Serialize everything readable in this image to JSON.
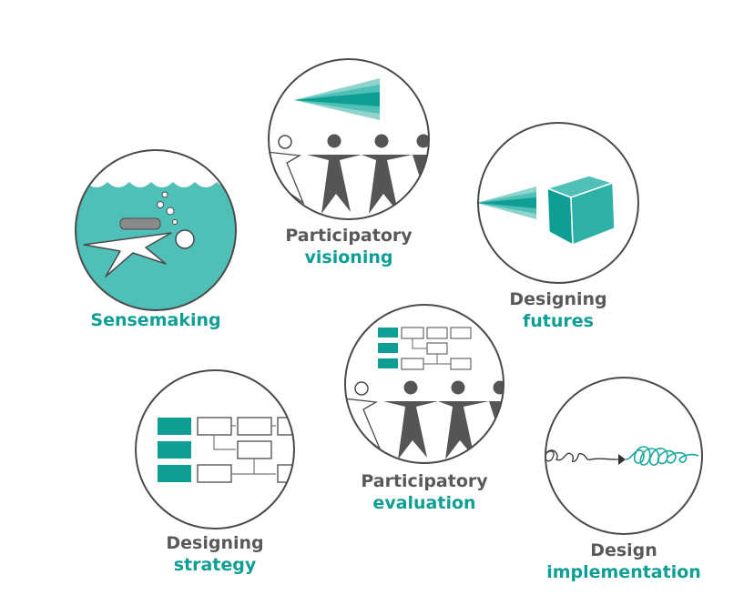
{
  "colors": {
    "teal": "#0f9e93",
    "teal_light": "#4fc0b8",
    "teal_mid": "#2fb0a6",
    "outline": "#4a4a4a",
    "figure_gray": "#555555",
    "label_gray": "#595959"
  },
  "nodes": [
    {
      "id": "sensemaking",
      "line1": "",
      "line2": "Sensemaking",
      "icon": "diver-underwater-icon"
    },
    {
      "id": "participatory-visioning",
      "line1": "Participatory",
      "line2": "visioning",
      "icon": "people-with-vision-cone-icon"
    },
    {
      "id": "designing-futures",
      "line1": "Designing",
      "line2": "futures",
      "icon": "cone-and-cube-icon"
    },
    {
      "id": "participatory-evaluation",
      "line1": "Participatory",
      "line2": "evaluation",
      "icon": "people-with-flowchart-icon"
    },
    {
      "id": "designing-strategy",
      "line1": "Designing",
      "line2": "strategy",
      "icon": "flowchart-icon"
    },
    {
      "id": "design-implementation",
      "line1": "Design",
      "line2": "implementation",
      "icon": "tangled-line-arrow-icon"
    }
  ]
}
